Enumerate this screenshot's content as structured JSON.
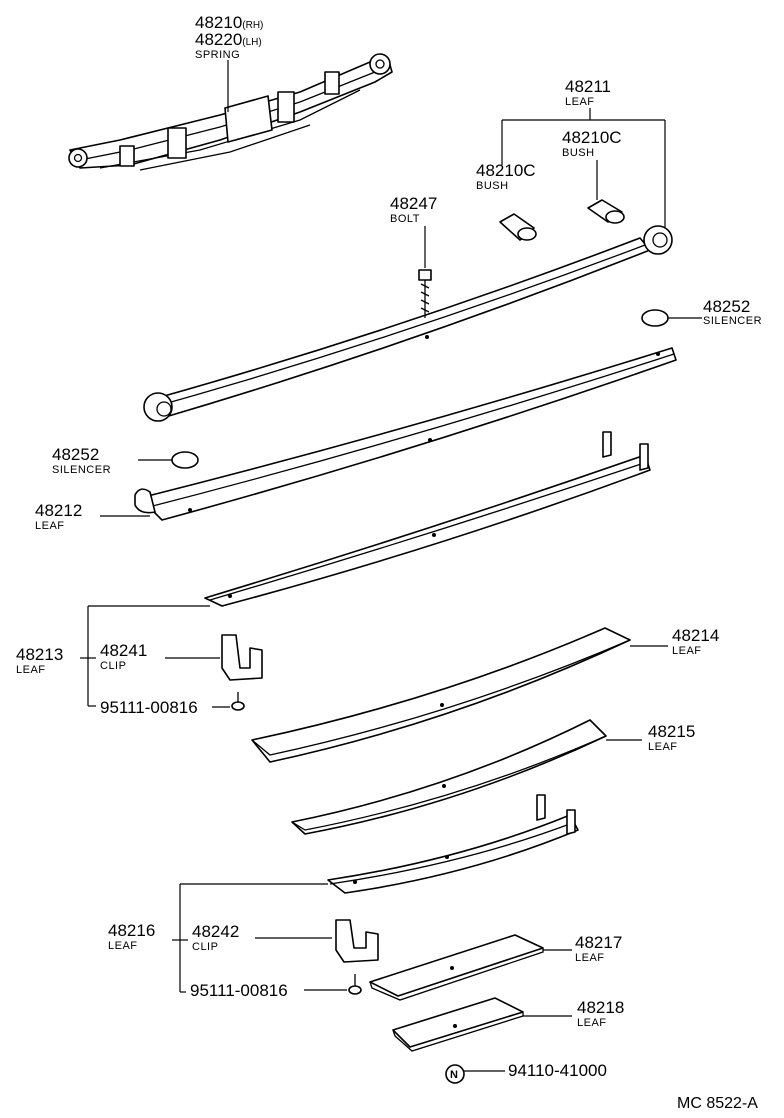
{
  "parts": {
    "spring": {
      "number": "48210",
      "number_suffix": "(RH)",
      "number2": "48220",
      "number2_suffix": "(LH)",
      "name": "SPRING"
    },
    "leaf_48211": {
      "number": "48211",
      "name": "LEAF"
    },
    "bush_right": {
      "number": "48210C",
      "name": "BUSH"
    },
    "bush_left": {
      "number": "48210C",
      "name": "BUSH"
    },
    "bolt": {
      "number": "48247",
      "name": "BOLT"
    },
    "silencer_right": {
      "number": "48252",
      "name": "SILENCER"
    },
    "silencer_left": {
      "number": "48252",
      "name": "SILENCER"
    },
    "leaf_48212": {
      "number": "48212",
      "name": "LEAF"
    },
    "leaf_48213": {
      "number": "48213",
      "name": "LEAF"
    },
    "clip_48241": {
      "number": "48241",
      "name": "CLIP"
    },
    "rivet_upper": {
      "number": "95111-00816"
    },
    "leaf_48214": {
      "number": "48214",
      "name": "LEAF"
    },
    "leaf_48215": {
      "number": "48215",
      "name": "LEAF"
    },
    "leaf_48216": {
      "number": "48216",
      "name": "LEAF"
    },
    "clip_48242": {
      "number": "48242",
      "name": "CLIP"
    },
    "rivet_lower": {
      "number": "95111-00816"
    },
    "leaf_48217": {
      "number": "48217",
      "name": "LEAF"
    },
    "leaf_48218": {
      "number": "48218",
      "name": "LEAF"
    },
    "nut": {
      "symbol": "N",
      "number": "94110-41000"
    }
  },
  "diagram_code": "MC 8522-A"
}
